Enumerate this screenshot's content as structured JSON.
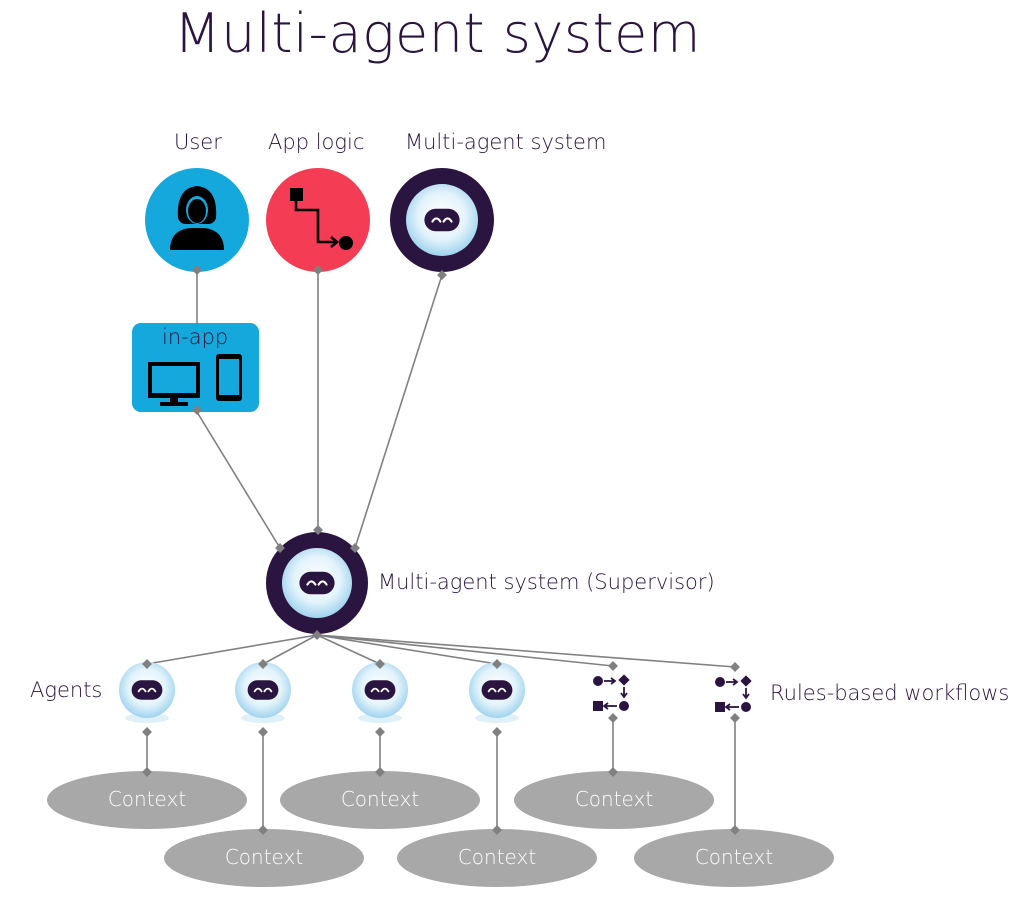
{
  "title": "Multi-agent system",
  "top_nodes": [
    {
      "label": "User",
      "icon": "user-icon"
    },
    {
      "label": "App logic",
      "icon": "app-logic-icon"
    },
    {
      "label": "Multi-agent system",
      "icon": "agent-icon"
    }
  ],
  "in_app": {
    "label": "in-app",
    "icons": [
      "monitor-icon",
      "phone-icon"
    ]
  },
  "supervisor": {
    "label": "Multi-agent system (Supervisor)",
    "icon": "agent-icon"
  },
  "agents_label": "Agents",
  "workflows_label": "Rules-based workflows",
  "contexts": [
    "Context",
    "Context",
    "Context",
    "Context",
    "Context",
    "Context"
  ],
  "colors": {
    "title": "#2a1440",
    "user": "#14a8dc",
    "app_logic": "#f43c55",
    "agent_dark": "#2a1440",
    "context": "#a8a8a8",
    "connector": "#808080",
    "in_app": "#14a8dc"
  }
}
